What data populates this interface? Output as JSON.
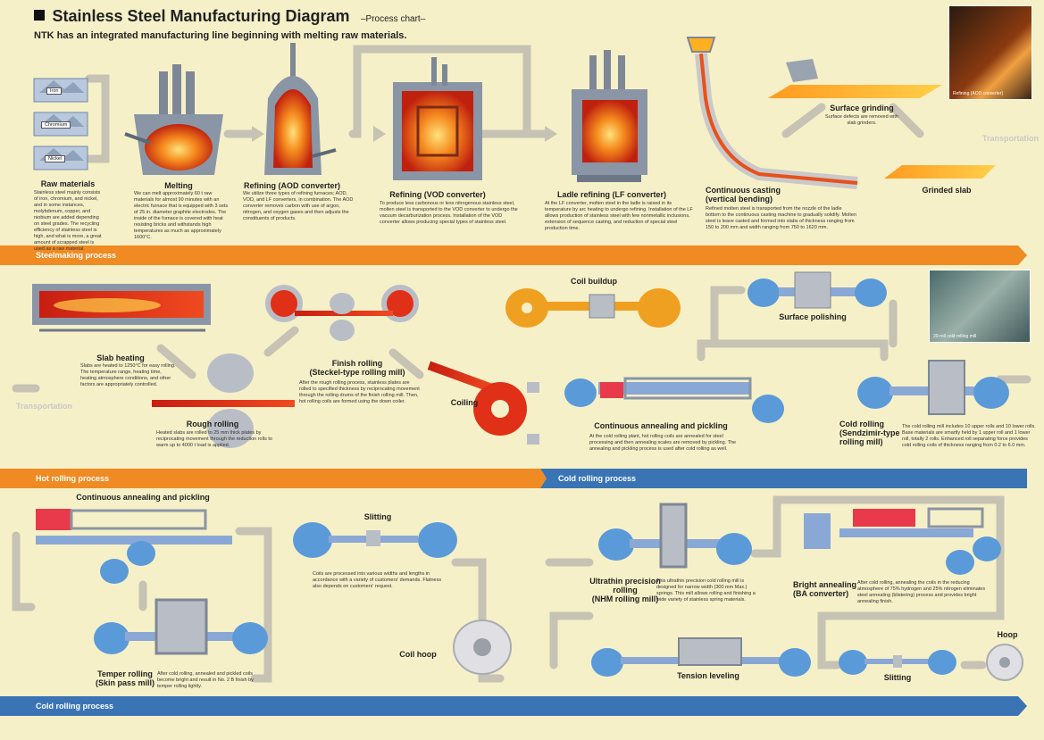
{
  "header": {
    "title": "Stainless Steel Manufacturing Diagram",
    "subtitle": "–Process chart–",
    "intro": "NTK has an integrated manufacturing line beginning with melting raw materials."
  },
  "steelmaking": {
    "raw_materials": {
      "label": "Raw materials",
      "items": [
        "Iron",
        "Chromium",
        "Nickel"
      ],
      "desc": "Stainless steel mainly consists of iron, chromium, and nickel, and in some instances, molybdenum, copper, and niobium are added depending on steel grades. The recycling efficiency of stainless steel is high, and what is more, a great amount of scrapped steel is used as a raw material."
    },
    "melting": {
      "label": "Melting",
      "desc": "We can melt approximately 60 t raw materials for almost 90 minutes with an electric furnace that is equipped with 3 sets of 25 in. diameter graphite electrodes. The inside of the furnace is covered with heat resisting bricks and withstands high temperatures as much as approximately 1600°C."
    },
    "aod": {
      "label": "Refining (AOD converter)",
      "desc": "We utilize three types of refining furnaces; AOD, VOD, and LF converters, in combination. The AOD converter removes carbon with use of argon, nitrogen, and oxygen gases and then adjusts the constituents of products."
    },
    "vod": {
      "label": "Refining (VOD converter)",
      "desc": "To produce less carbonous or less nitrogenous stainless steel, molten steel is transported to the VOD converter to undergo the vacuum decarburization process. Installation of the VOD converter allows producing special types of stainless steel."
    },
    "lf": {
      "label": "Ladle refining (LF converter)",
      "desc": "At the LF converter, molten steel in the ladle is raised in its temperature by arc heating to undergo refining. Installation of the LF allows production of stainless steel with few nonmetallic inclusions, extension of sequence casting, and reduction of special steel production time."
    },
    "casting": {
      "label": "Continuous casting\n(vertical bending)",
      "desc": "Refined molten steel is transported from the nozzle of the ladle bottom to the continuous casting machine to gradually solidify. Molten steel is leave casted and formed into slabs of thickness ranging from 150 to 200 mm and width ranging from 750 to 1620 mm."
    },
    "grinding": {
      "label": "Surface grinding",
      "desc": "Surface defects are removed with slab grinders."
    },
    "grinded_slab": {
      "label": "Grinded slab"
    },
    "transport_label": "Transportation",
    "photo_caption": "Refining (AOD converter)",
    "band": "Steelmaking process"
  },
  "hot_rolling": {
    "slab_heating": {
      "label": "Slab heating",
      "desc": "Slabs are heated to 1250°C for easy rolling. The temperature range, heating time, heating atmosphere conditions, and other factors are appropriately controlled."
    },
    "rough_rolling": {
      "label": "Rough rolling",
      "desc": "Heated slabs are rolled to 25 mm thick plates by reciprocating movement through the reduction rolls to warm up to 4000 t load is applied."
    },
    "finish_rolling": {
      "label": "Finish rolling\n(Steckel-type rolling mill)",
      "desc": "After the rough rolling process, stainless plates are rolled to specified thickness by reciprocating movement through the rolling drums of the finish rolling mill. Then, hot rolling coils are formed using the down coiler."
    },
    "coiling": {
      "label": "Coiling"
    },
    "transport_label": "Transportation",
    "band": "Hot rolling process"
  },
  "cold_rolling_1": {
    "coil_buildup": {
      "label": "Coil buildup"
    },
    "cap": {
      "label": "Continuous annealing and pickling",
      "desc": "At the cold rolling plant, hot rolling coils are annealed for steel processing and then annealing scales are removed by pickling. The annealing and pickling process is used after cold rolling as well."
    },
    "surface_polishing": {
      "label": "Surface polishing"
    },
    "sendzimir": {
      "label": "Cold rolling\n(Sendzimir-type\nrolling mill)",
      "desc": "The cold rolling mill includes 10 upper rolls and 10 lower rolls. Base materials are smartly held by 1 upper roll and 1 lower roll, totally 2 rolls. Enhanced roll separating force provides cold rolling coils of thickness ranging from 0.2 to 6.0 mm."
    },
    "photo_caption": "20-roll cold rolling mill",
    "band": "Cold rolling process"
  },
  "cold_rolling_2": {
    "cap": {
      "label": "Continuous annealing and pickling"
    },
    "temper": {
      "label": "Temper rolling\n(Skin pass mill)",
      "desc": "After cold rolling, annealed and pickled coils become bright and result in No. 2 B finish by temper rolling lightly."
    },
    "slitting": {
      "label": "Slitting",
      "desc": "Coils are processed into various widths and lengths in accordance with a variety of customers' demands. Flatness also depends on customers' request."
    },
    "coil_hoop": {
      "label": "Coil hoop"
    },
    "ultrathin": {
      "label": "Ultrathin precision\nrolling\n(NHM rolling mill)",
      "desc": "This ultrathin precision cold rolling mill is designed for narrow width (300 mm Max.) springs. This mill allows rolling and finishing a wide variety of stainless spring materials."
    },
    "bright": {
      "label": "Bright annealing\n(BA converter)",
      "desc": "After cold rolling, annealing the coils in the reducing atmosphere of 75% hydrogen and 25% nitrogen eliminates steel annealing (blistering) process and provides bright annealing finish."
    },
    "tension": {
      "label": "Tension leveling"
    },
    "slitting2": {
      "label": "Slitting"
    },
    "hoop": {
      "label": "Hoop"
    },
    "band": "Cold rolling process"
  },
  "colors": {
    "background": "#f6f0c8",
    "orange_band": "#f08a22",
    "blue_band": "#3a74b5",
    "machine_gray": "#8a95a5",
    "coil_blue": "#5b9ad9",
    "coil_orange": "#f0a020",
    "hot_red": "#e03018",
    "arrow_gray": "#c6c2b4"
  }
}
